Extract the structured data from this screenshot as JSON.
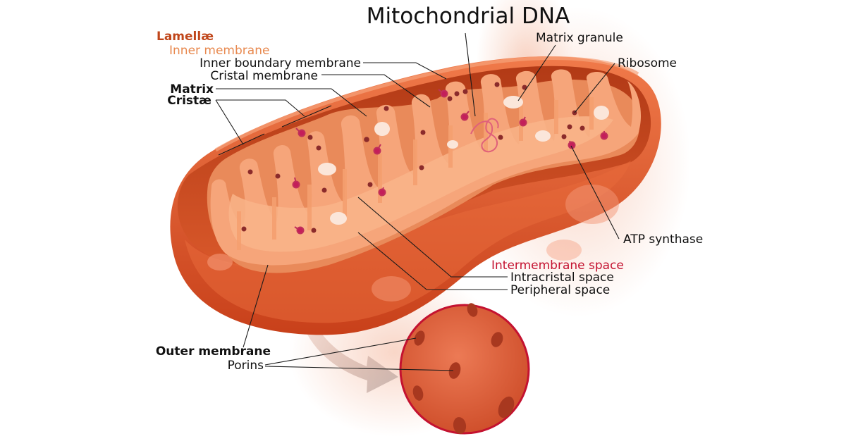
{
  "title": "Mitochondrial DNA",
  "labels": {
    "lamellae": "Lamellæ",
    "inner_membrane": "Inner membrane",
    "inner_boundary_membrane": "Inner boundary membrane",
    "cristal_membrane": "Cristal membrane",
    "matrix": "Matrix",
    "cristae": "Cristæ",
    "matrix_granule": "Matrix granule",
    "ribosome": "Ribosome",
    "atp_synthase": "ATP synthase",
    "intermembrane_space": "Intermembrane space",
    "intracristal_space": "Intracristal space",
    "peripheral_space": "Peripheral space",
    "outer_membrane": "Outer membrane",
    "porins": "Porins"
  },
  "colors": {
    "lamellae": "#c0461a",
    "inner_membrane": "#e8894f",
    "intermembrane_space": "#c41230",
    "text": "#111111",
    "outer_membrane": "#d4491c",
    "matrix": "#f9b48a",
    "porin_disc_ring": "#c41230"
  }
}
